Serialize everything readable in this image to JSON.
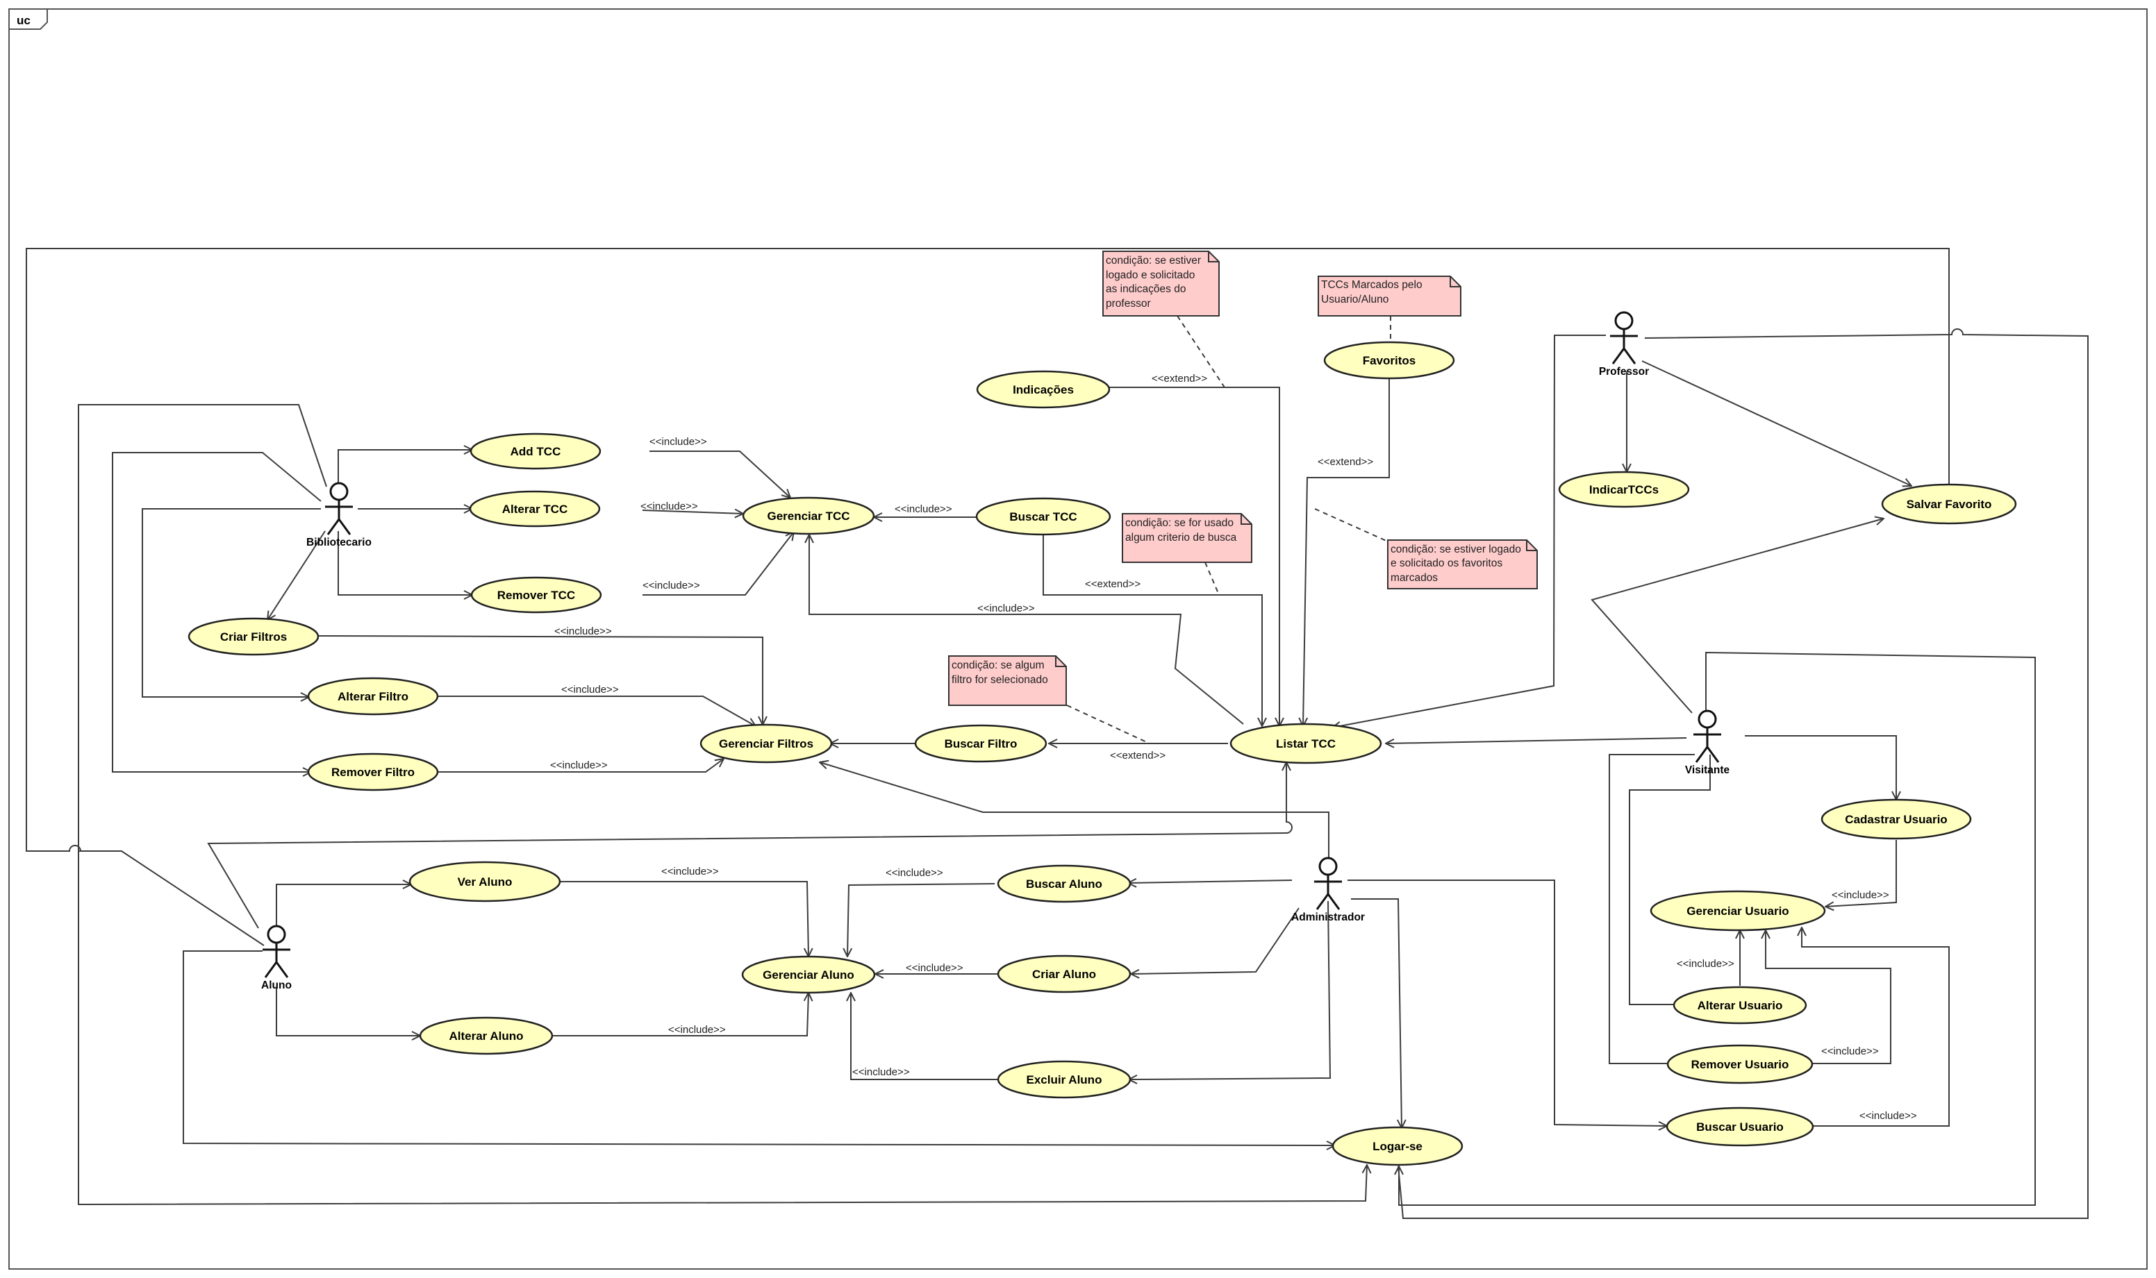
{
  "frame_label": "uc",
  "actors": [
    {
      "id": "bibliotecario",
      "name": "Bibliotecario"
    },
    {
      "id": "professor",
      "name": "Professor"
    },
    {
      "id": "visitante",
      "name": "Visitante"
    },
    {
      "id": "aluno",
      "name": "Aluno"
    },
    {
      "id": "administrador",
      "name": "Administrador"
    }
  ],
  "use_cases": [
    {
      "id": "add-tcc",
      "name": "Add TCC"
    },
    {
      "id": "alterar-tcc",
      "name": "Alterar TCC"
    },
    {
      "id": "remover-tcc",
      "name": "Remover TCC"
    },
    {
      "id": "gerenciar-tcc",
      "name": "Gerenciar TCC"
    },
    {
      "id": "buscar-tcc",
      "name": "Buscar TCC"
    },
    {
      "id": "indicacoes",
      "name": "Indicações"
    },
    {
      "id": "favoritos",
      "name": "Favoritos"
    },
    {
      "id": "indicar-tccs",
      "name": "IndicarTCCs"
    },
    {
      "id": "salvar-favorito",
      "name": "Salvar Favorito"
    },
    {
      "id": "criar-filtros",
      "name": "Criar Filtros"
    },
    {
      "id": "alterar-filtro",
      "name": "Alterar Filtro"
    },
    {
      "id": "remover-filtro",
      "name": "Remover Filtro"
    },
    {
      "id": "gerenciar-filtros",
      "name": "Gerenciar Filtros"
    },
    {
      "id": "buscar-filtro",
      "name": "Buscar Filtro"
    },
    {
      "id": "listar-tcc",
      "name": "Listar TCC"
    },
    {
      "id": "ver-aluno",
      "name": "Ver Aluno"
    },
    {
      "id": "gerenciar-aluno",
      "name": "Gerenciar Aluno"
    },
    {
      "id": "alterar-aluno",
      "name": "Alterar Aluno"
    },
    {
      "id": "buscar-aluno",
      "name": "Buscar Aluno"
    },
    {
      "id": "criar-aluno",
      "name": "Criar Aluno"
    },
    {
      "id": "excluir-aluno",
      "name": "Excluir Aluno"
    },
    {
      "id": "logar-se",
      "name": "Logar-se"
    },
    {
      "id": "cadastrar-usuario",
      "name": "Cadastrar Usuario"
    },
    {
      "id": "gerenciar-usuario",
      "name": "Gerenciar Usuario"
    },
    {
      "id": "alterar-usuario",
      "name": "Alterar Usuario"
    },
    {
      "id": "remover-usuario",
      "name": "Remover Usuario"
    },
    {
      "id": "buscar-usuario",
      "name": "Buscar Usuario"
    }
  ],
  "notes": [
    {
      "id": "note-indicacoes",
      "lines": [
        "condição: se estiver",
        "logado e solicitado",
        "as indicações do",
        "professor"
      ]
    },
    {
      "id": "note-favoritos",
      "lines": [
        "TCCs Marcados pelo",
        "Usuario/Aluno"
      ]
    },
    {
      "id": "note-busca",
      "lines": [
        "condição: se for usado",
        "algum criterio de busca"
      ]
    },
    {
      "id": "note-favoritos-marcados",
      "lines": [
        "condição: se estiver logado",
        "e solicitado os favoritos",
        "marcados"
      ]
    },
    {
      "id": "note-filtro",
      "lines": [
        "condição: se algum",
        "filtro for selecionado"
      ]
    }
  ],
  "stereotypes": {
    "include": "<<include>>",
    "extend": "<<extend>>"
  }
}
